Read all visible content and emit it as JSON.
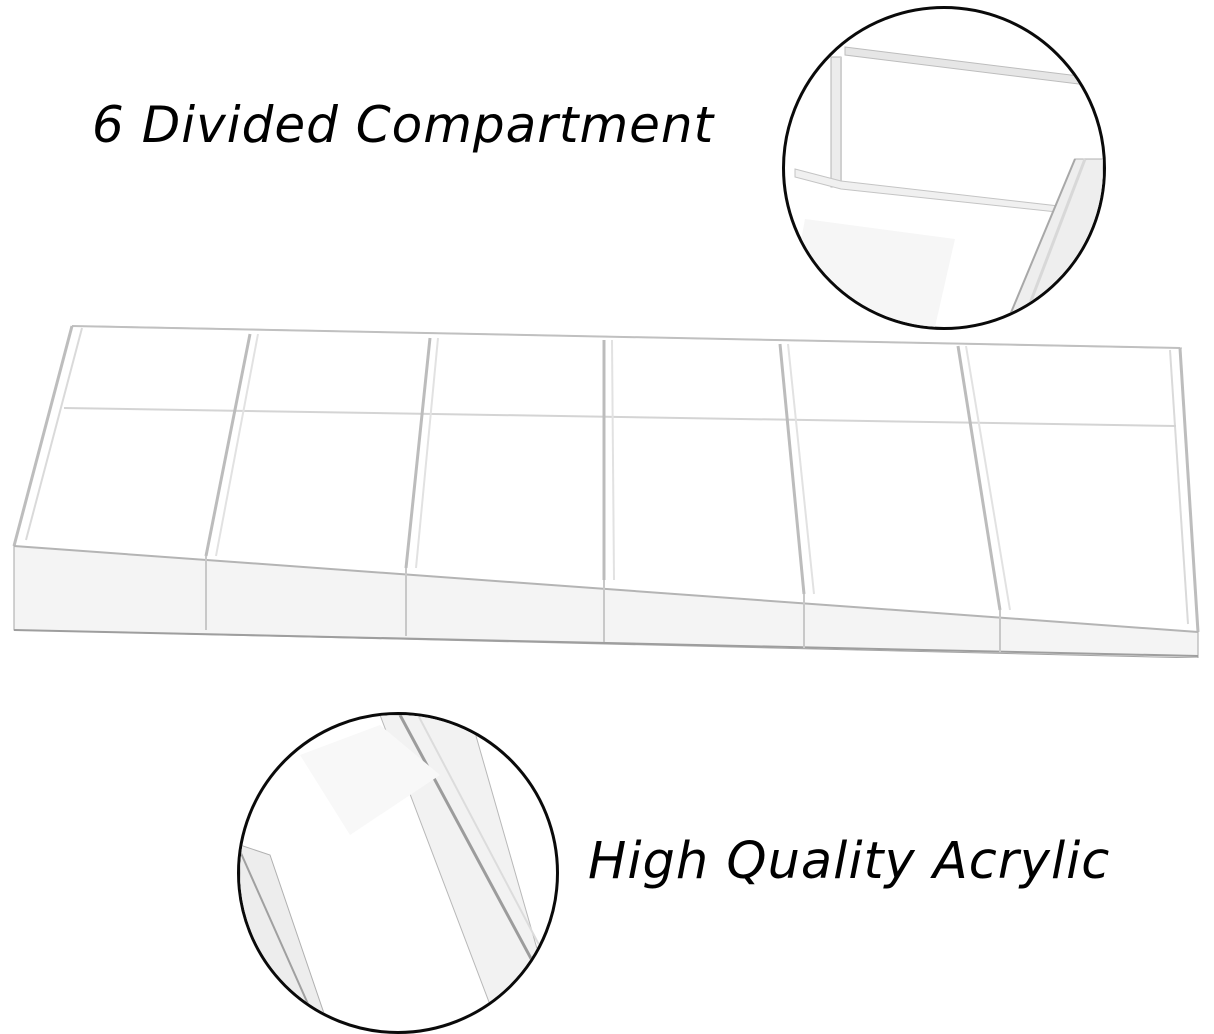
{
  "captions": {
    "top": "6 Divided Compartment",
    "bottom": "High Quality Acrylic"
  },
  "product": {
    "compartment_count": 6,
    "material": "acrylic"
  },
  "colors": {
    "background": "#ffffff",
    "text": "#000000",
    "circle_border": "#0a0a0a",
    "acrylic_edge": "#c8c8c8",
    "acrylic_shadow": "#9a9a9a"
  },
  "icons": {
    "zoom_top": "acrylic-corner-closeup",
    "zoom_bottom": "acrylic-edge-closeup",
    "tray": "six-compartment-acrylic-tray"
  }
}
